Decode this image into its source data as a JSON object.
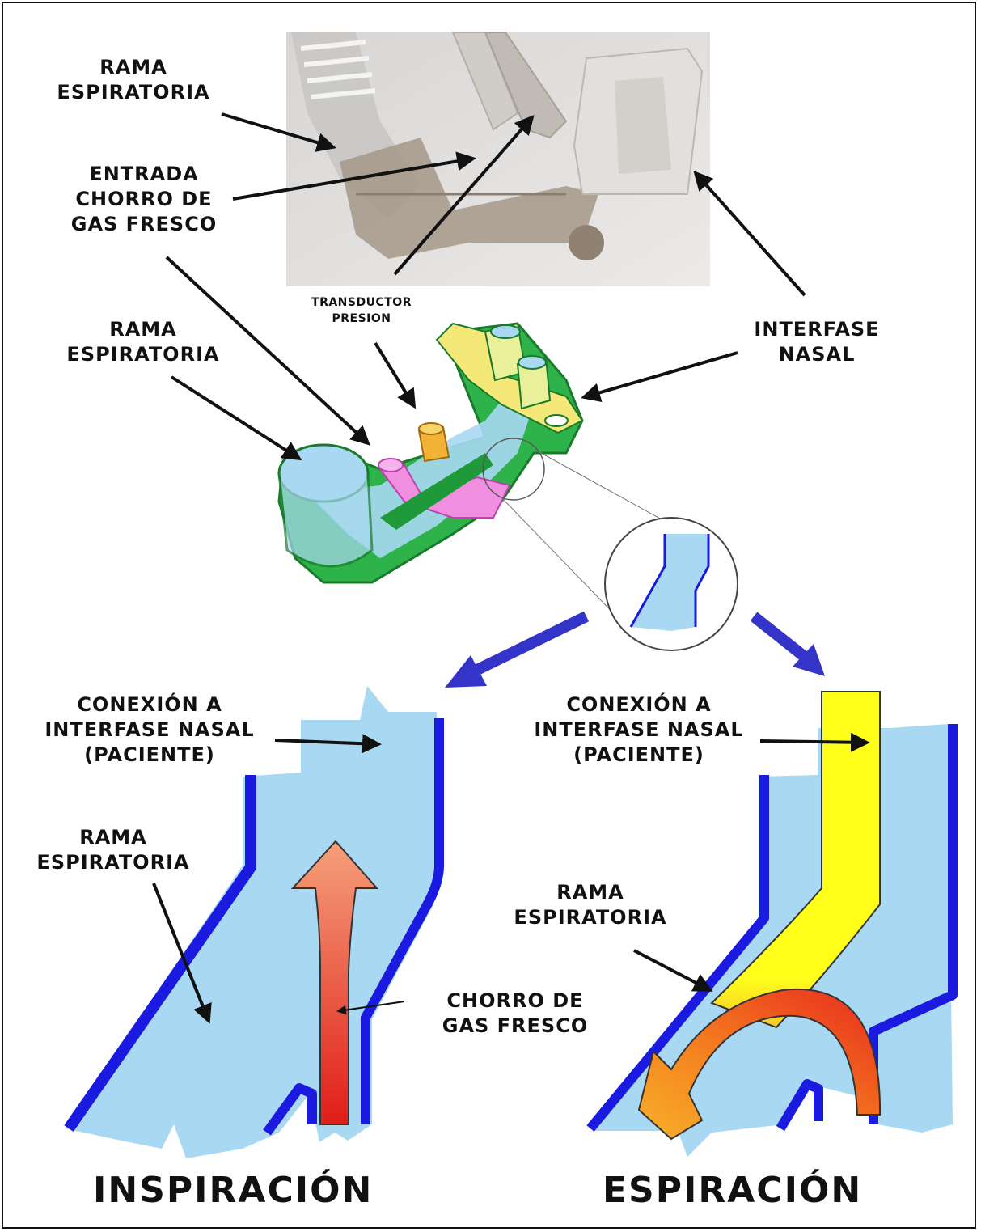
{
  "labels": {
    "rama_top": [
      "RAMA",
      "ESPIRATORIA"
    ],
    "entrada": [
      "ENTRADA",
      "CHORRO DE",
      "GAS FRESCO"
    ],
    "transductor": [
      "TRANSDUCTOR",
      "PRESION"
    ],
    "rama_mid": [
      "RAMA",
      "ESPIRATORIA"
    ],
    "interfase": [
      "INTERFASE",
      "NASAL"
    ],
    "conexion_left": [
      "CONEXIÓN A",
      "INTERFASE NASAL",
      "(PACIENTE)"
    ],
    "conexion_right": [
      "CONEXIÓN A",
      "INTERFASE NASAL",
      "(PACIENTE)"
    ],
    "rama_left": [
      "RAMA",
      "ESPIRATORIA"
    ],
    "rama_right": [
      "RAMA",
      "ESPIRATORIA"
    ],
    "chorro": [
      "CHORRO DE",
      "GAS FRESCO"
    ]
  },
  "titles": {
    "inspiracion": "INSPIRACIÓN",
    "espiracion": "ESPIRACIÓN"
  },
  "colors": {
    "tube_fill": "#a9d8f3",
    "tube_wall": "#1a1ae0",
    "device_green": "#2eb34a",
    "flow_red": "#e8321f",
    "flow_orange": "#f5a623",
    "flow_yellow": "#ffff1a",
    "zoom_arrow": "#3434c8"
  }
}
